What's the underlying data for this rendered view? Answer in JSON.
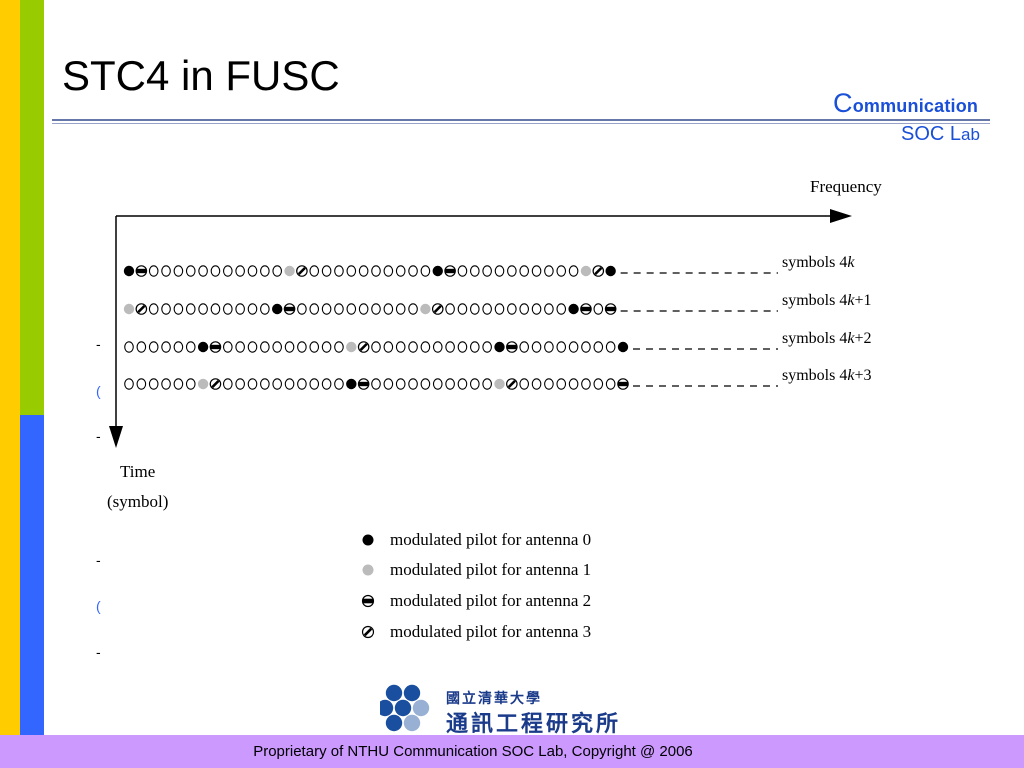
{
  "slide": {
    "title": "STC4 in FUSC"
  },
  "logo": {
    "line1_cap": "C",
    "line1_rest": "ommunication",
    "line2_main": "SOC L",
    "line2_small": "ab"
  },
  "axes": {
    "frequency_label": "Frequency",
    "time_label": "Time",
    "time_sublabel": "(symbol)"
  },
  "rows": [
    {
      "label": "symbols 4",
      "italic": "k",
      "suffix": "",
      "tokens": "B3oooooooooooG4ooooooooooB3ooooooooooG4B"
    },
    {
      "label": "symbols 4",
      "italic": "k",
      "suffix": "+1",
      "tokens": "G4ooooooooooB3ooooooooooG4ooooooooooB3o3"
    },
    {
      "label": "symbols 4",
      "italic": "k",
      "suffix": "+2",
      "tokens": "ooooooB3ooooooooooG4ooooooooooB3ooooooooB"
    },
    {
      "label": "symbols 4",
      "italic": "k",
      "suffix": "+3",
      "tokens": "ooooooG4ooooooooooB3ooooooooooG4oooooooo3"
    }
  ],
  "legend": [
    {
      "kind": "B",
      "text": "modulated pilot for antenna 0"
    },
    {
      "kind": "G",
      "text": "modulated pilot for antenna 1"
    },
    {
      "kind": "3",
      "text": "modulated pilot for antenna 2"
    },
    {
      "kind": "4",
      "text": "modulated pilot for antenna 3"
    }
  ],
  "institute": {
    "line1": "國立清華大學",
    "line2": "通訊工程研究所"
  },
  "footer": {
    "text": "Proprietary of NTHU Communication SOC Lab, Copyright @ 2006"
  },
  "colors": {
    "antenna0": "#000000",
    "antenna1": "#bbbbbb",
    "accent_blue": "#1a4fd8",
    "logo_cell": "#1a4fa0"
  }
}
